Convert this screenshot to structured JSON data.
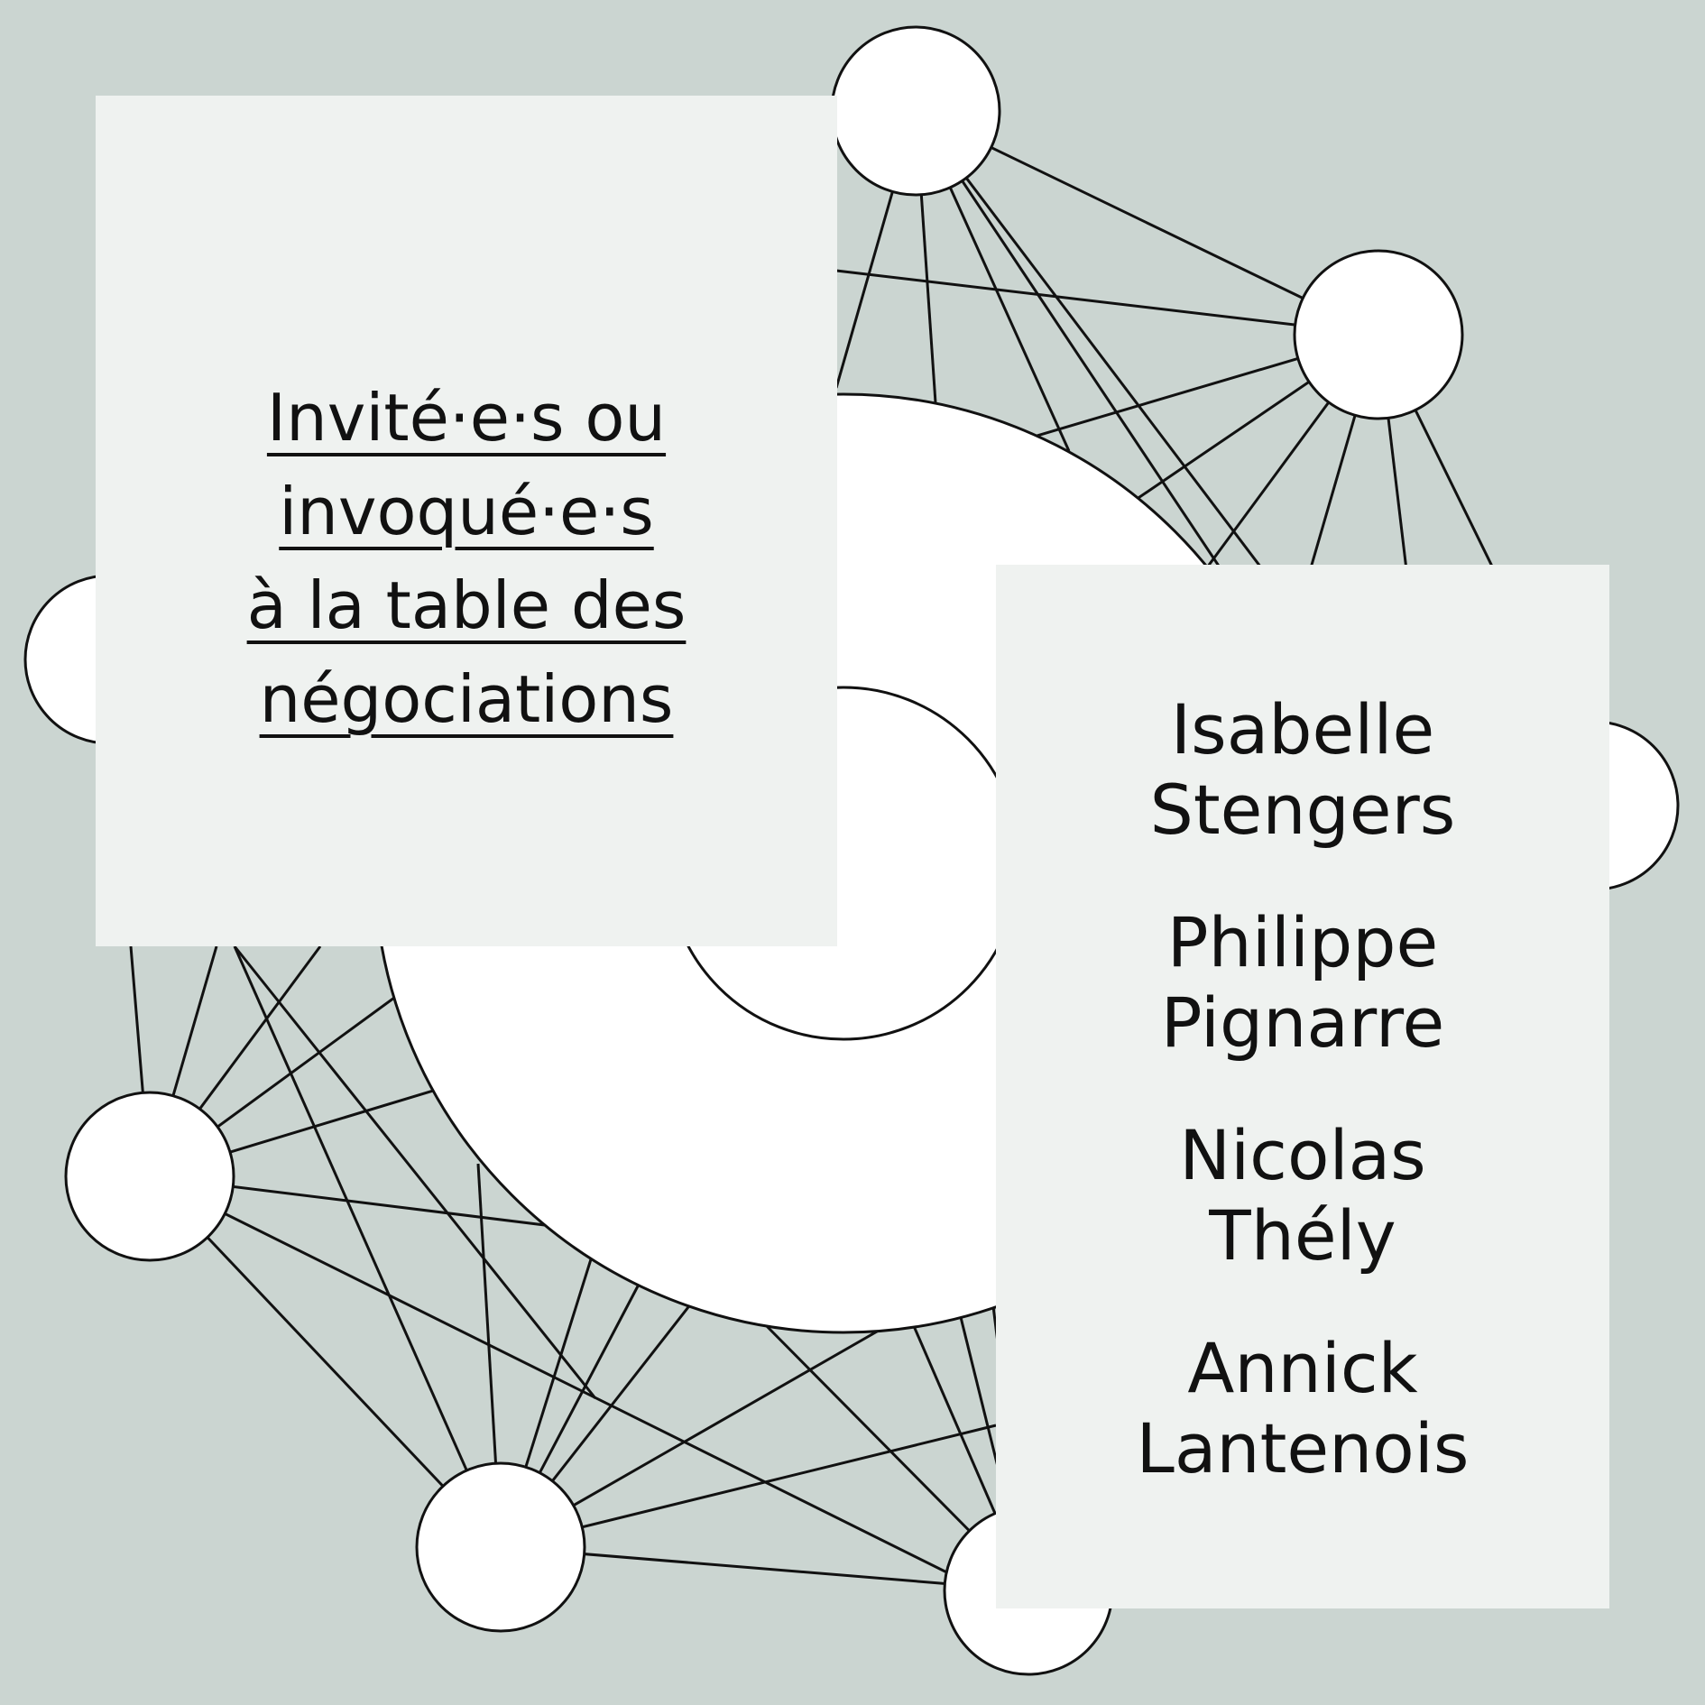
{
  "colors": {
    "background": "#cbd5d1",
    "panel": "#eff2f0",
    "node_fill": "#ffffff",
    "line": "#111111",
    "text": "#111111"
  },
  "title_lines": [
    "Invité·e·s ou",
    "invoqué·e·s",
    "à la table des",
    "négociations"
  ],
  "people": [
    {
      "first": "Isabelle",
      "last": "Stengers"
    },
    {
      "first": "Philippe",
      "last": "Pignarre"
    },
    {
      "first": "Nicolas",
      "last": "Thély"
    },
    {
      "first": "Annick",
      "last": "Lantenois"
    }
  ]
}
